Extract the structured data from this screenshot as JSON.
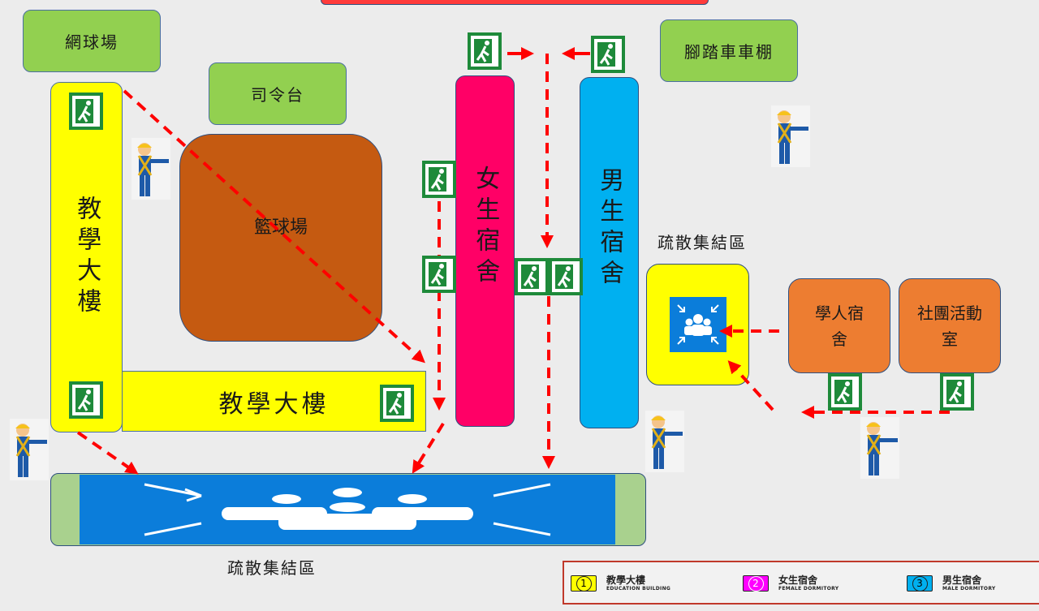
{
  "labels": {
    "tennis_court": "網球場",
    "podium": "司令台",
    "bike_shed": "腳踏車車棚",
    "basketball_court": "籃球場",
    "teaching_building_vertical": "教學大樓",
    "teaching_building_horizontal": "教學大樓",
    "female_dorm": "女生宿舍",
    "male_dorm": "男生宿舍",
    "scholar_dorm": "學人宿舍",
    "club_room": "社團活動室",
    "assembly_area_right": "疏散集結區",
    "assembly_area_bottom": "疏散集結區"
  },
  "legend": [
    {
      "number": "1",
      "zh": "教學大樓",
      "en": "EDUCATION BUILDING",
      "color": "#ffff00"
    },
    {
      "number": "2",
      "zh": "女生宿舍",
      "en": "FEMALE DORMITORY",
      "color": "#ff00ff"
    },
    {
      "number": "3",
      "zh": "男生宿舍",
      "en": "MALE DORMITORY",
      "color": "#00b0f0"
    }
  ],
  "colors": {
    "background": "#ececec",
    "field_green": "#92d050",
    "teaching_yellow": "#ffff00",
    "female_pink": "#ff0066",
    "male_blue": "#00b0f0",
    "basketball_brown": "#c55a11",
    "scholar_orange": "#ed7d31",
    "assembly_blue": "#0b7dda",
    "route_red": "#ff0000",
    "exit_green": "#1e8a3a"
  },
  "icons": {
    "emergency_exit": "emergency-exit-icon",
    "assembly_point": "assembly-point-icon",
    "traffic_guard": "traffic-guard-icon"
  }
}
